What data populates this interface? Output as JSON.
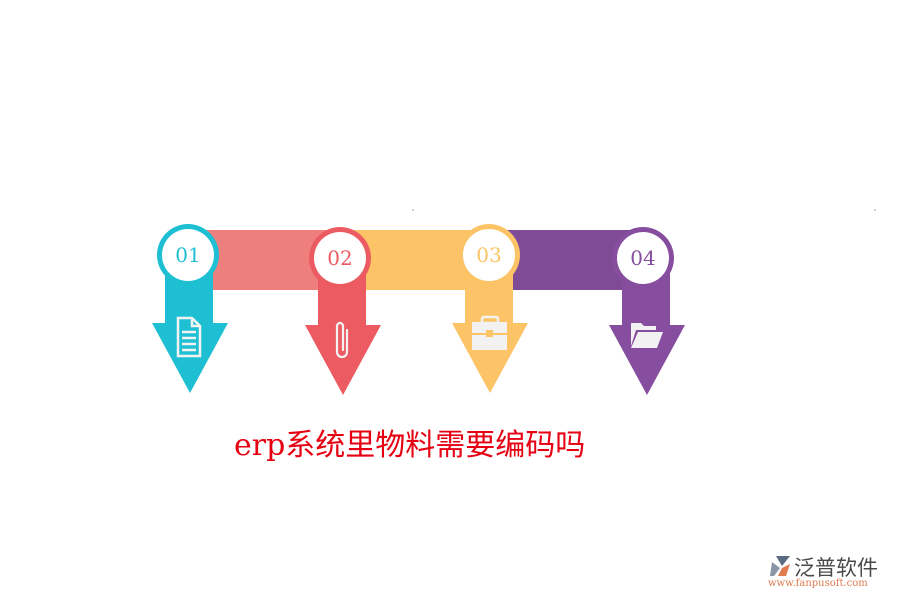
{
  "title": "erp系统里物料需要编码吗",
  "steps": [
    {
      "number": "01",
      "icon": "document-icon",
      "color": "#1fbfd3"
    },
    {
      "number": "02",
      "icon": "paperclip-icon",
      "color": "#ec5b62"
    },
    {
      "number": "03",
      "icon": "briefcase-icon",
      "color": "#fcc466"
    },
    {
      "number": "04",
      "icon": "folder-icon",
      "color": "#874d9e"
    }
  ],
  "bands": [
    {
      "color": "#ee7f7c"
    },
    {
      "color": "#fcc466"
    },
    {
      "color": "#7f4a96"
    }
  ],
  "logo": {
    "name": "泛普软件",
    "url": "www.fanpusoft.com"
  }
}
